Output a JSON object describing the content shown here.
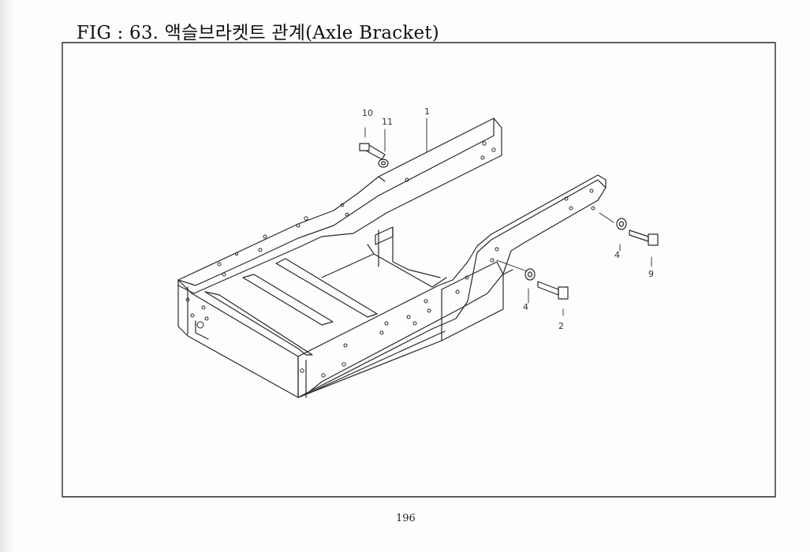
{
  "figure": {
    "title": "FIG : 63. 액슬브라켓트 관계(Axle Bracket)"
  },
  "callouts": {
    "c1": "1",
    "c2": "2",
    "c4a": "4",
    "c4b": "4",
    "c9": "9",
    "c10": "10",
    "c11": "11"
  },
  "footer": {
    "page_number": "196"
  },
  "colors": {
    "line": "#2a2a2a",
    "paper": "#fdfdfc"
  }
}
